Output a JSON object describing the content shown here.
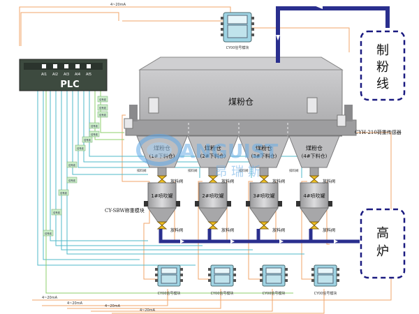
{
  "colors": {
    "signal_orange": "#f2a46a",
    "signal_cyan": "#4fb8c8",
    "signal_green": "#8ccf6b",
    "pipe_blue": "#2a2f8e",
    "bin_gray": "#b9b9bb",
    "plc_dark": "#3d4a3f",
    "label_green_bg": "#cdeec9",
    "dashed_box": "#1a1a80",
    "valve_yellow": "#f0c020"
  },
  "plc": {
    "title": "PLC",
    "ports": [
      "AI1",
      "AI2",
      "AI3",
      "AI4",
      "AI5"
    ]
  },
  "signals": {
    "top": "4~20mA",
    "bottom": [
      "4~20mA",
      "4~20mA",
      "4~20mA",
      "4~20mA"
    ]
  },
  "bin": {
    "label": "煤粉仓",
    "sensor_label": "CYH-210荷重传感器",
    "hoppers": [
      "煤粉仓\n(1#下料仓)",
      "煤粉仓\n(2#下料仓)",
      "煤粉仓\n(3#下料仓)",
      "煤粉仓\n(4#下料仓)"
    ],
    "hopper_titles": [
      "煤粉仓",
      "煤粉仓",
      "煤粉仓",
      "煤粉仓"
    ],
    "hopper_subs": [
      "(1#下料仓)",
      "(2#下料仓)",
      "(3#下料仓)",
      "(4#下料仓)"
    ]
  },
  "tanks": [
    "1#喷吹罐",
    "2#喷吹罐",
    "3#喷吹罐",
    "4#喷吹罐"
  ],
  "valves": {
    "discharge": "放料阀",
    "vent": "排料阀"
  },
  "weighing_module_label": "CY-SBW称重模块",
  "module_label": "CY00信号模块",
  "boxes": {
    "mill_line": "制粉线",
    "blast_furnace": "高炉"
  },
  "watermark": {
    "en": "ANGUIST",
    "cn": "昂 瑞 斯"
  },
  "side_labels": [
    "信号线",
    "信号线",
    "信号线",
    "信号线",
    "信号线",
    "信号线",
    "信号线",
    "信号线",
    "信号线",
    "信号线",
    "信号线",
    "信号线"
  ]
}
